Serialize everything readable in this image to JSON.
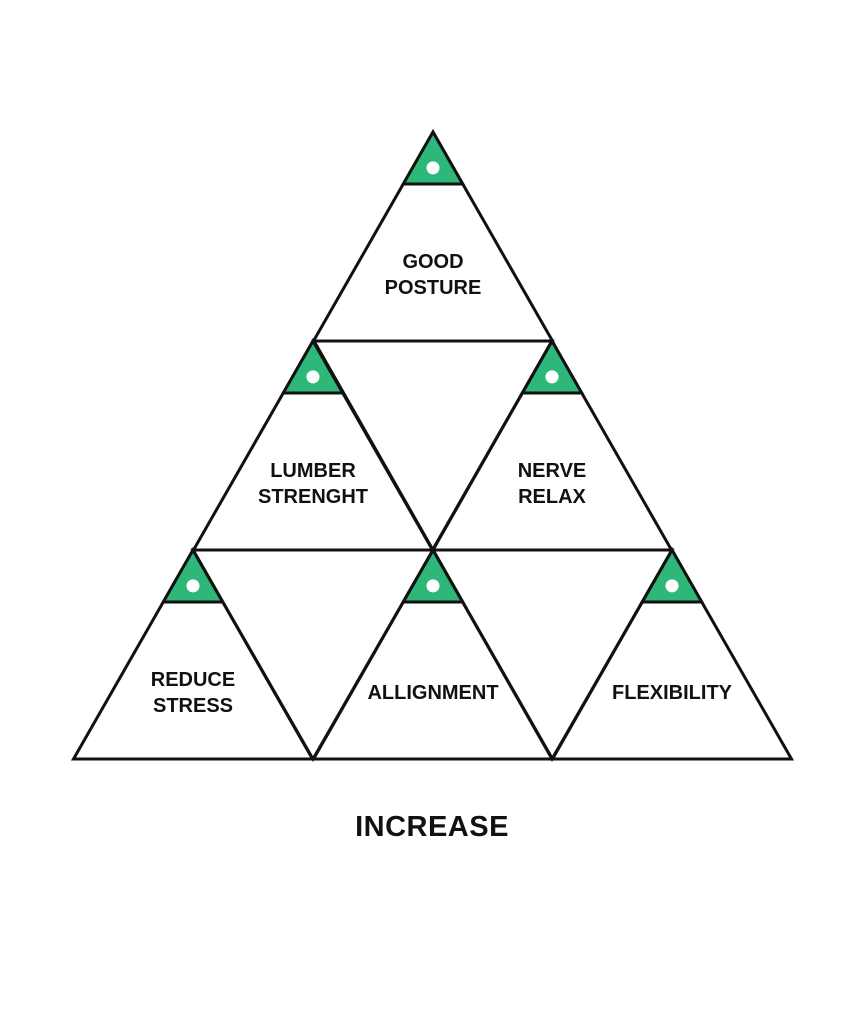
{
  "diagram": {
    "colors": {
      "accent": "#2db87a",
      "outline": "#111111",
      "dot": "#ffffff",
      "background": "#ffffff"
    },
    "cards": [
      {
        "id": "good-posture",
        "lines": [
          "GOOD",
          "POSTURE"
        ]
      },
      {
        "id": "lumber-strenght",
        "lines": [
          "LUMBER",
          "STRENGHT"
        ]
      },
      {
        "id": "nerve-relax",
        "lines": [
          "NERVE",
          "RELAX"
        ]
      },
      {
        "id": "reduce-stress",
        "lines": [
          "REDUCE",
          "STRESS"
        ]
      },
      {
        "id": "allignment",
        "lines": [
          "ALLIGNMENT"
        ]
      },
      {
        "id": "flexibility",
        "lines": [
          "FLEXIBILITY"
        ]
      }
    ],
    "caption": "INCREASE"
  }
}
